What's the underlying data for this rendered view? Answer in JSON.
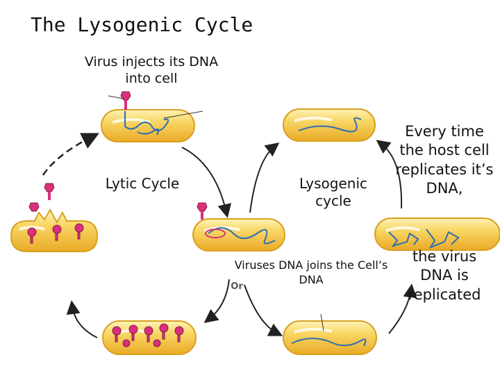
{
  "title": "The Lysogenic Cycle",
  "labels": {
    "inject": "Virus injects its DNA into cell",
    "lytic": "Lytic Cycle",
    "lysogenic": "Lysogenic cycle",
    "joins": "Viruses DNA joins the Cell’s DNA",
    "or": "Or",
    "every_time": "Every time the host cell replicates it’s DNA,",
    "virus_replicated": "the virus DNA is replicated"
  },
  "colors": {
    "cell_fill": "#f7cf55",
    "cell_stroke": "#d9a020",
    "dna": "#2a6fb0",
    "phage": "#d8307a",
    "arrow": "#222222"
  }
}
